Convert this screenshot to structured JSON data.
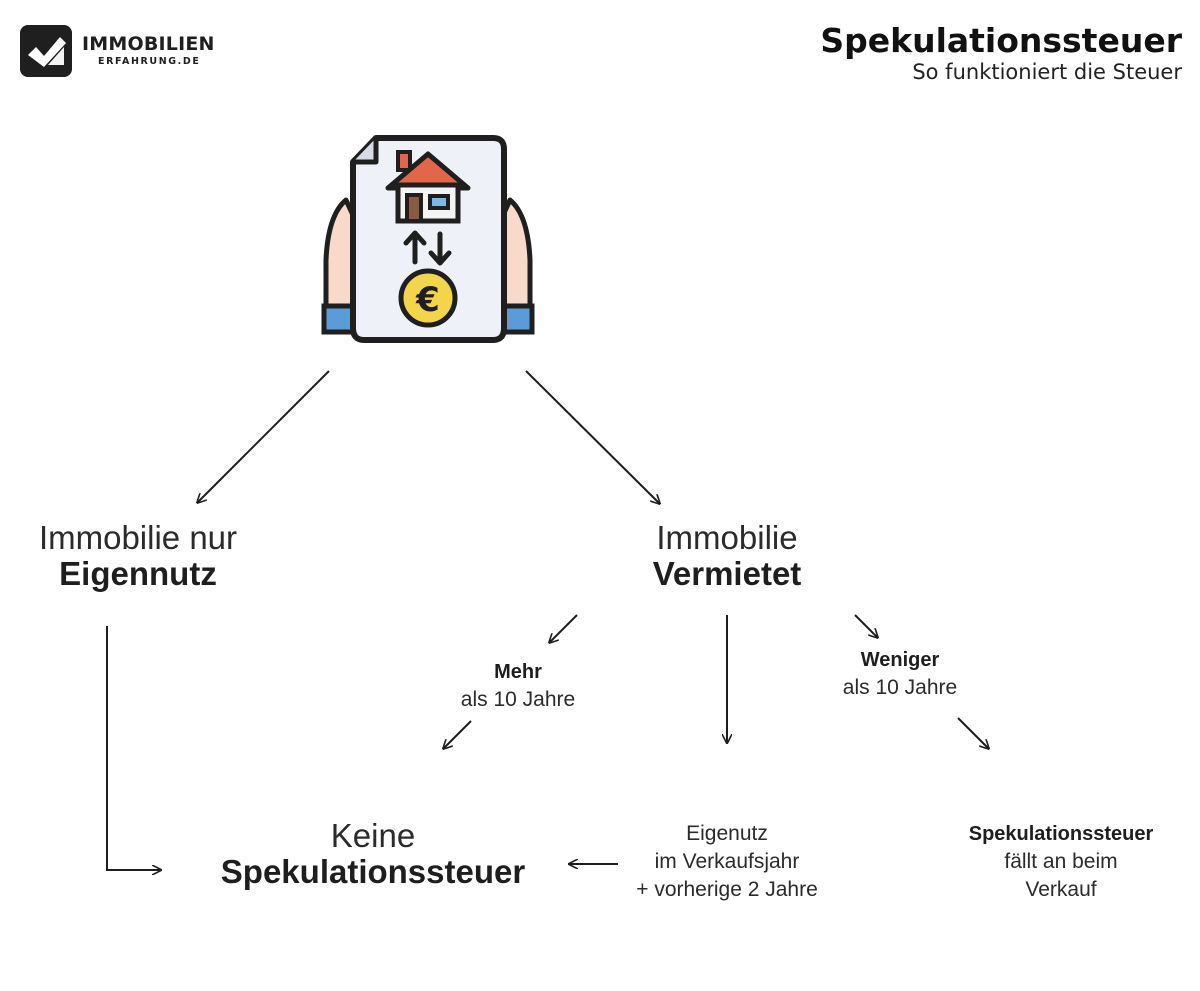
{
  "logo": {
    "main": "IMMOBILIEN",
    "sub": "ERFAHRUNG.DE"
  },
  "title": {
    "main": "Spekulationssteuer",
    "sub": "So funktioniert die Steuer"
  },
  "icon": {
    "name": "house-euro-document-icon",
    "euro": "€"
  },
  "nodes": {
    "eigennutz": {
      "line1": "Immobilie nur",
      "line2": "Eigennutz"
    },
    "vermietet": {
      "line1": "Immobilie",
      "line2": "Vermietet"
    },
    "mehr": {
      "line1": "Mehr",
      "line2": "als 10 Jahre"
    },
    "weniger": {
      "line1": "Weniger",
      "line2": "als 10 Jahre"
    },
    "keine": {
      "line1": "Keine",
      "line2": "Spekulationssteuer"
    },
    "eigenutz_jahr": {
      "line1": "Eigenutz",
      "line2": "im Verkaufsjahr",
      "line3": "+ vorherige 2 Jahre"
    },
    "faellt_an": {
      "line1": "Spekulationssteuer",
      "line2": "fällt an beim",
      "line3": "Verkauf"
    }
  },
  "colors": {
    "text": "#1e1e1e",
    "roof": "#e2674a",
    "coin": "#f3d54b",
    "skin": "#f9d9c9",
    "cuff": "#5a9bd8",
    "paper": "#eef1f7"
  }
}
